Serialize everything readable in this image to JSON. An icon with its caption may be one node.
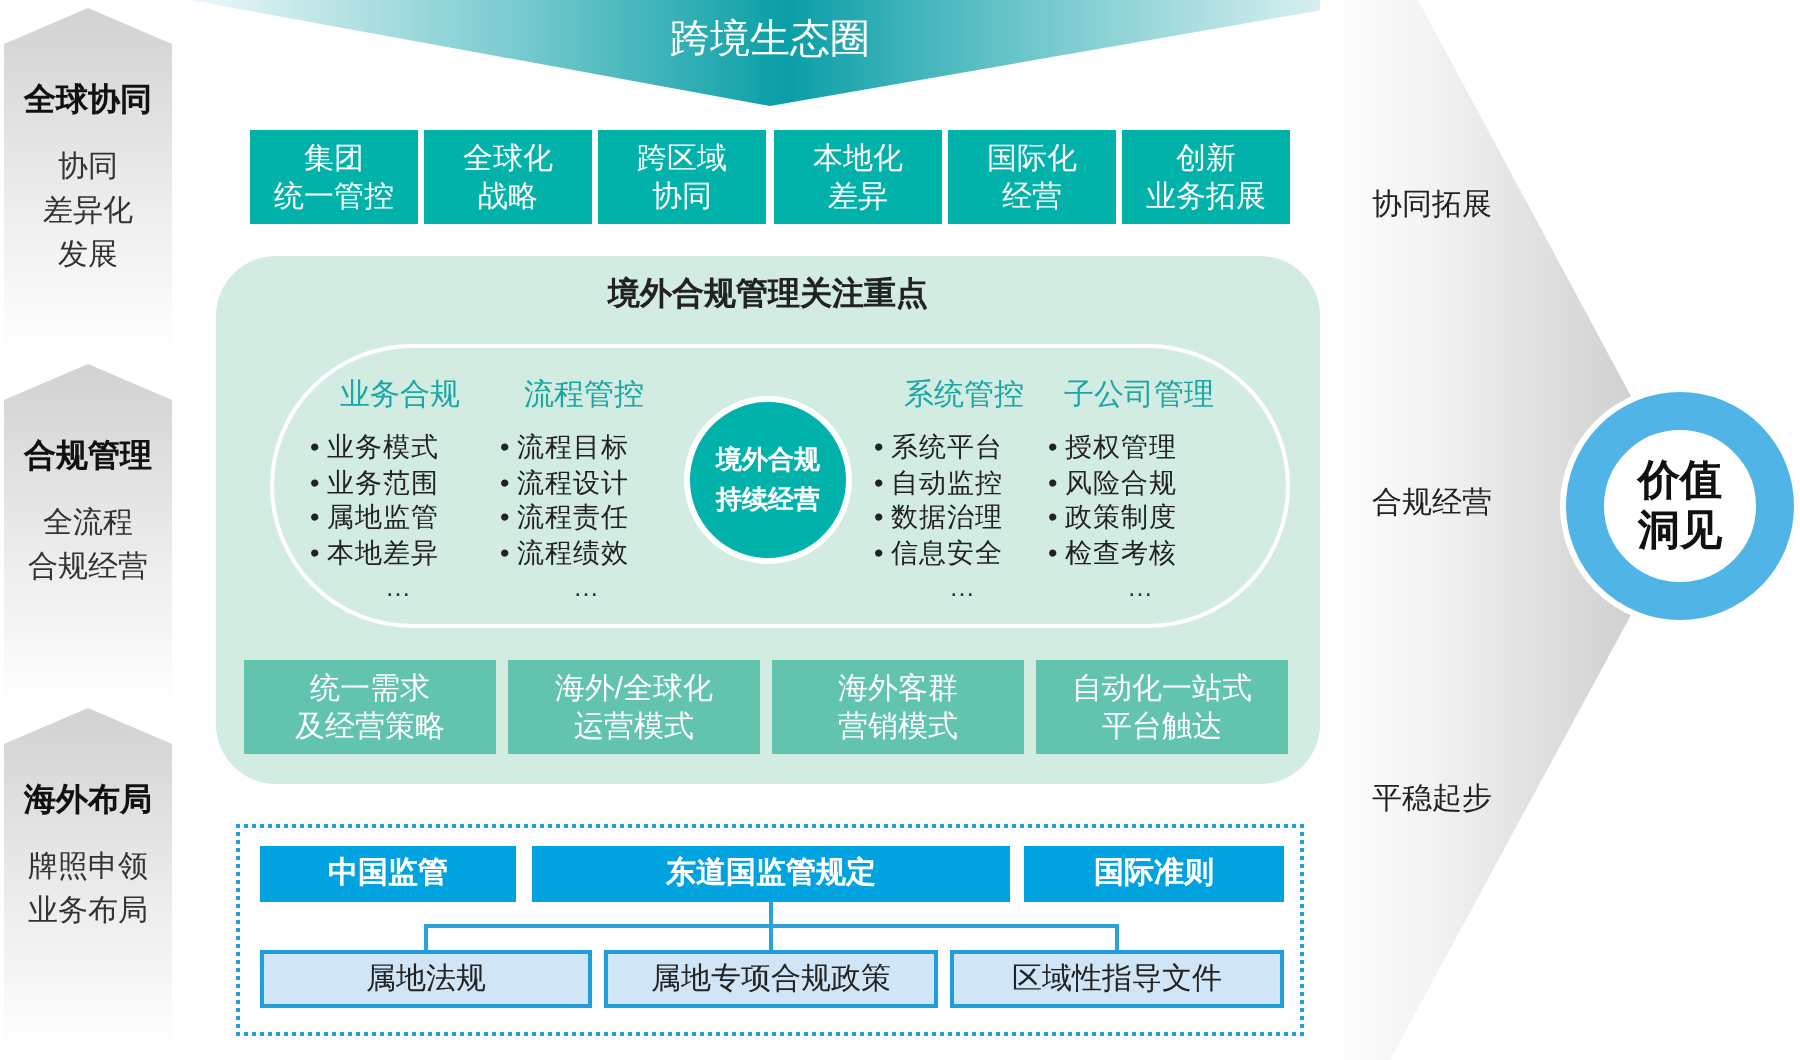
{
  "diagram": {
    "nodes": [
      {
        "text": [
          "跨境生态圈"
        ]
      },
      {
        "text": [
          "全球协同",
          "协同差异化发展"
        ]
      },
      {
        "text": [
          "合规管理",
          "全流程合规经营"
        ]
      },
      {
        "text": [
          "海外布局",
          "牌照申领业务布局"
        ]
      },
      {
        "text": [
          "集团统一管控"
        ]
      },
      {
        "text": [
          "全球化战略"
        ]
      },
      {
        "text": [
          "跨区域协同"
        ]
      },
      {
        "text": [
          "本地化差异"
        ]
      },
      {
        "text": [
          "国际化经营"
        ]
      },
      {
        "text": [
          "创新业务拓展"
        ]
      },
      {
        "text": [
          "境外合规管理关注重点"
        ]
      },
      {
        "text": [
          "业务合规",
          "• 业务模式",
          "• 业务范围",
          "• 属地监管",
          "• 本地差异",
          "…",
          "流程管控",
          "• 流程目标",
          "• 流程设计",
          "• 流程责任",
          "• 流程绩效",
          "…",
          "系统管控",
          "• 系统平台",
          "• 自动监控",
          "• 数据治理",
          "• 信息安全",
          "…",
          "子公司管理",
          "• 授权管理",
          "• 风险合规",
          "• 政策制度",
          "• 检查考核",
          "…"
        ],
        "in": 10
      },
      {
        "text": [
          "境外合规持续经营"
        ],
        "in": 11
      },
      {
        "text": [
          "统一需求及经营策略"
        ],
        "in": 10
      },
      {
        "text": [
          "海外/全球化运营模式"
        ],
        "in": 10
      },
      {
        "text": [
          "海外客群营销模式"
        ],
        "in": 10
      },
      {
        "text": [
          "自动化一站式平台触达"
        ],
        "in": 10
      },
      {
        "text": [],
        "shape": "box"
      },
      {
        "text": [
          "中国监管"
        ],
        "in": 17
      },
      {
        "text": [
          "东道国监管规定"
        ],
        "in": 17
      },
      {
        "text": [
          "国际准则"
        ],
        "in": 17
      },
      {
        "text": [
          "属地法规"
        ],
        "in": 17
      },
      {
        "text": [
          "属地专项合规政策"
        ],
        "in": 17
      },
      {
        "text": [
          "区域性指导文件"
        ],
        "in": 17
      },
      {
        "text": [
          "协同拓展",
          "合规经营",
          "平稳起步"
        ]
      },
      {
        "text": [
          "价值洞见"
        ]
      }
    ],
    "edges": [
      {
        "from": 19,
        "to": 21,
        "arrow": "none"
      },
      {
        "from": 19,
        "to": 22,
        "arrow": "none"
      },
      {
        "from": 19,
        "to": 23,
        "arrow": "none"
      }
    ]
  }
}
